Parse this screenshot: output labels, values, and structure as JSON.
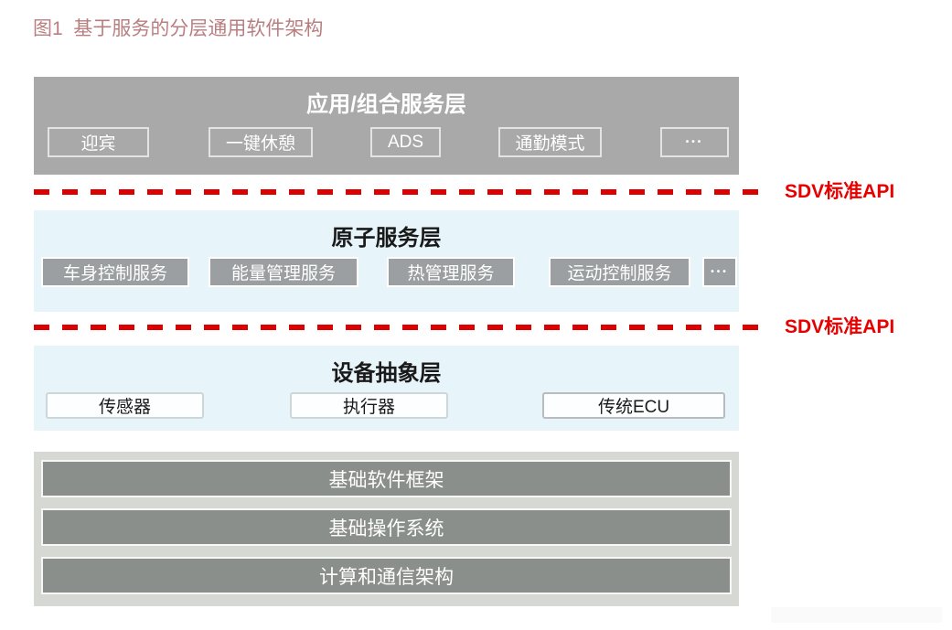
{
  "figure": {
    "title": "图1  基于服务的分层通用软件架构"
  },
  "api_boundary": {
    "label_top": "SDV标准API",
    "label_bottom": "SDV标准API"
  },
  "layers": {
    "app": {
      "title": "应用/组合服务层",
      "items": [
        "迎宾",
        "一键休憩",
        "ADS",
        "通勤模式",
        "•••"
      ]
    },
    "atomic": {
      "title": "原子服务层",
      "items": [
        "车身控制服务",
        "能量管理服务",
        "热管理服务",
        "运动控制服务",
        "•••"
      ]
    },
    "device": {
      "title": "设备抽象层",
      "items": [
        "传感器",
        "执行器",
        "传统ECU"
      ]
    },
    "foundation": {
      "bars": [
        "基础软件框架",
        "基础操作系统",
        "计算和通信架构"
      ]
    }
  },
  "colors": {
    "figure_title": "#b97e80",
    "api_red": "#e60000",
    "dash_red": "#dc0000",
    "app_layer_bg": "#a9a9a9",
    "blue_layer_bg": "#e7f4f9",
    "gray_chip": "#9b9fa1",
    "foundation_bg": "#d5d8d3",
    "foundation_bar": "#8a8f8b"
  }
}
